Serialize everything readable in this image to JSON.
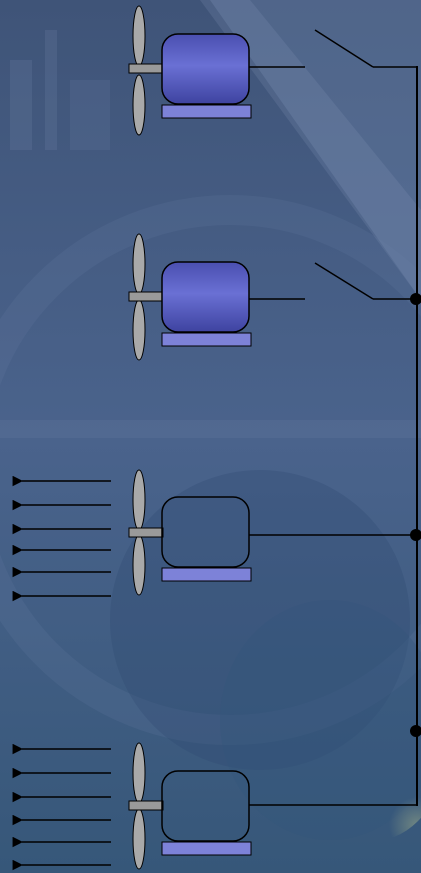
{
  "diagram": {
    "colors": {
      "background_top": "#3d5377",
      "background_bottom": "#3a5a84",
      "wire": "#000000",
      "motor_fill_active": "#5a5fc4",
      "motor_fill_inactive": "transparent",
      "motor_base": "#7d82d8",
      "propeller": "#a9a9a9",
      "shaft": "#9a9a9a",
      "airflow_arrow": "#000000"
    },
    "units": [
      {
        "id": "fan-1",
        "motor_active": true,
        "switch": "open",
        "airflow_arrows": 0,
        "junction_on_bus": false
      },
      {
        "id": "fan-2",
        "motor_active": true,
        "switch": "open",
        "airflow_arrows": 0,
        "junction_on_bus": true
      },
      {
        "id": "fan-3",
        "motor_active": false,
        "switch": "none",
        "airflow_arrows": 6,
        "junction_on_bus": true
      },
      {
        "id": "fan-4",
        "motor_active": false,
        "switch": "none",
        "airflow_arrows": 6,
        "junction_on_bus": true
      }
    ]
  }
}
